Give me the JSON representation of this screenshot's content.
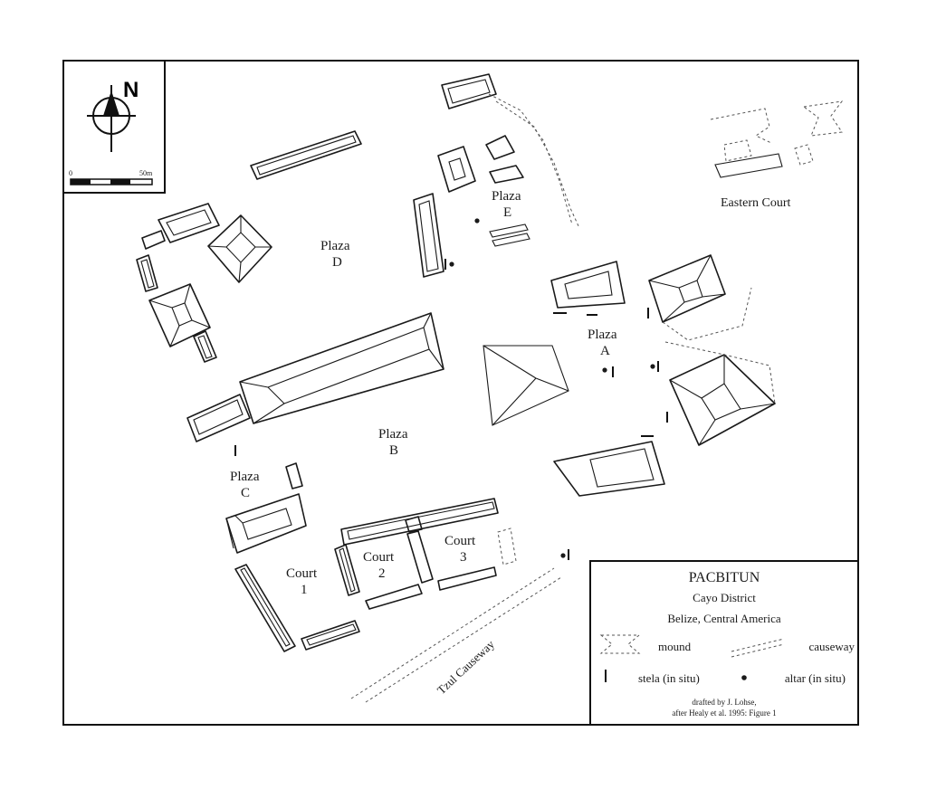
{
  "north_label": "N",
  "scale_bar": {
    "start_label": "0",
    "end_label": "50m"
  },
  "plazas": [
    {
      "name": "Plaza",
      "letter": "D"
    },
    {
      "name": "Plaza",
      "letter": "E"
    },
    {
      "name": "Plaza",
      "letter": "A"
    },
    {
      "name": "Plaza",
      "letter": "B"
    },
    {
      "name": "Plaza",
      "letter": "C"
    }
  ],
  "courts": [
    {
      "name": "Court",
      "number": "1"
    },
    {
      "name": "Court",
      "number": "2"
    },
    {
      "name": "Court",
      "number": "3"
    }
  ],
  "eastern_court_label": "Eastern Court",
  "causeway_label": "Tzul Causeway",
  "title_block": {
    "title": "PACBITUN",
    "district": "Cayo District",
    "country": "Belize, Central America",
    "legend": {
      "mound": "mound",
      "causeway": "causeway",
      "stela": "stela (in situ)",
      "altar": "altar (in situ)"
    },
    "credit_line1": "drafted by J. Lohse,",
    "credit_line2": "after Healy et al. 1995: Figure 1"
  }
}
